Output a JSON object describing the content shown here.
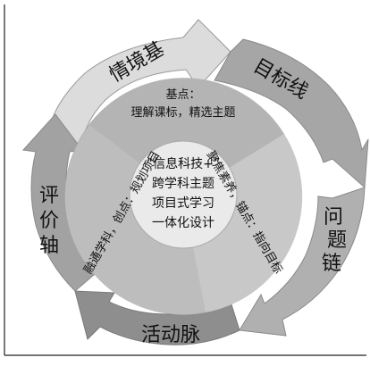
{
  "outer_ring": {
    "segments": [
      {
        "id": "top-left",
        "label": "情境基"
      },
      {
        "id": "top-right",
        "label": "目标线"
      },
      {
        "id": "right",
        "label": "问题链"
      },
      {
        "id": "bottom",
        "label": "活动脉"
      },
      {
        "id": "left",
        "label": "评价轴"
      }
    ]
  },
  "inner_ring": {
    "top_title": "基点：",
    "top_text": "理解课标，精选主题",
    "right_text": "聚焦素养，锚点：指向目标",
    "left_text": "融通学科，创点：规划项目"
  },
  "center": {
    "line1": "“信息科技+”",
    "line2": "跨学科主题",
    "line3": "项目式学习",
    "line4": "一体化设计"
  },
  "colors": {
    "outer_dark": "#9c9c9c",
    "outer_light": "#d8d8d8",
    "inner": "#bcbcbc",
    "center": "#e9e9e9",
    "text": "#111111"
  }
}
